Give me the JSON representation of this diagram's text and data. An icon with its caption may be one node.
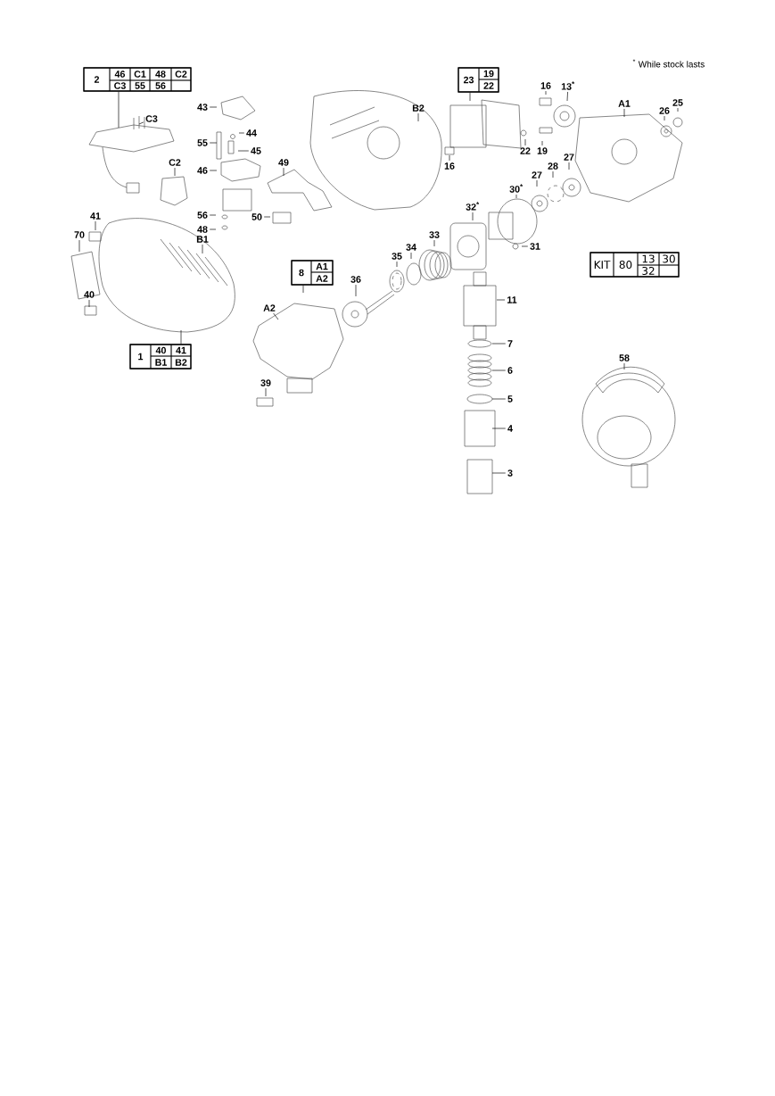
{
  "diagram": {
    "nodes": [
      {
        "text": [
          "2",
          "46",
          "C1",
          "48",
          "C2",
          "C3",
          "55",
          "56"
        ]
      },
      {
        "text": [
          "23",
          "19",
          "22"
        ]
      },
      {
        "text": [
          "16"
        ]
      },
      {
        "text": [
          "13$^{*}$"
        ]
      },
      {
        "text": [
          "A1"
        ]
      },
      {
        "text": [
          "25"
        ]
      },
      {
        "text": [
          "26"
        ]
      },
      {
        "text": [
          "43"
        ]
      },
      {
        "text": [
          "B2"
        ]
      },
      {
        "text": [
          "C3"
        ]
      },
      {
        "text": [
          "55"
        ]
      },
      {
        "text": [
          "44"
        ]
      },
      {
        "text": [
          "45"
        ]
      },
      {
        "text": [
          "22"
        ]
      },
      {
        "text": [
          "19"
        ]
      },
      {
        "text": [
          "16"
        ]
      },
      {
        "text": [
          "27"
        ]
      },
      {
        "text": [
          "C2"
        ]
      },
      {
        "text": [
          "49"
        ]
      },
      {
        "text": [
          "46"
        ]
      },
      {
        "text": [
          "28"
        ]
      },
      {
        "text": [
          "27"
        ]
      },
      {
        "text": [
          "30$^{*}$"
        ]
      },
      {
        "text": [
          "32$^{*}$"
        ]
      },
      {
        "text": [
          "56"
        ]
      },
      {
        "text": [
          "48"
        ]
      },
      {
        "text": [
          "50"
        ]
      },
      {
        "text": [
          "41"
        ]
      },
      {
        "text": [
          "70"
        ]
      },
      {
        "text": [
          "B1"
        ]
      },
      {
        "text": [
          "33"
        ]
      },
      {
        "text": [
          "31"
        ]
      },
      {
        "text": [
          "34"
        ]
      },
      {
        "text": [
          "35"
        ]
      },
      {
        "text": [
          "KIT",
          "80",
          "13",
          "30",
          "32"
        ]
      },
      {
        "text": [
          "8",
          "A1",
          "A2"
        ]
      },
      {
        "text": [
          "36"
        ]
      },
      {
        "text": [
          "40"
        ]
      },
      {
        "text": [
          "A2"
        ]
      },
      {
        "text": [
          "11"
        ]
      },
      {
        "text": [
          "7"
        ]
      },
      {
        "text": [
          "1",
          "40",
          "41",
          "B1",
          "B2"
        ]
      },
      {
        "text": [
          "58"
        ]
      },
      {
        "text": [
          "6"
        ]
      },
      {
        "text": [
          "39"
        ]
      },
      {
        "text": [
          "5"
        ]
      },
      {
        "text": [
          "4"
        ]
      },
      {
        "text": [
          "3"
        ]
      }
    ],
    "edges": [
      {
        "from": 0,
        "to": null,
        "arrow": "none"
      },
      {
        "from": 1,
        "to": null,
        "arrow": "none"
      },
      {
        "from": 2,
        "to": null,
        "arrow": "none"
      },
      {
        "from": 3,
        "to": null,
        "arrow": "none"
      },
      {
        "from": 4,
        "to": null,
        "arrow": "none"
      },
      {
        "from": 5,
        "to": null,
        "arrow": "none"
      },
      {
        "from": 6,
        "to": null,
        "arrow": "none"
      },
      {
        "from": 7,
        "to": null,
        "arrow": "none"
      },
      {
        "from": 8,
        "to": null,
        "arrow": "none"
      },
      {
        "from": 9,
        "to": null,
        "arrow": "none"
      },
      {
        "from": 10,
        "to": null,
        "arrow": "none"
      },
      {
        "from": 11,
        "to": null,
        "arrow": "none"
      },
      {
        "from": 12,
        "to": null,
        "arrow": "none"
      },
      {
        "from": 13,
        "to": null,
        "arrow": "none"
      },
      {
        "from": 14,
        "to": null,
        "arrow": "none"
      },
      {
        "from": 15,
        "to": null,
        "arrow": "none"
      },
      {
        "from": 16,
        "to": null,
        "arrow": "none"
      },
      {
        "from": 17,
        "to": null,
        "arrow": "none"
      },
      {
        "from": 18,
        "to": null,
        "arrow": "none"
      },
      {
        "from": 19,
        "to": null,
        "arrow": "none"
      },
      {
        "from": 20,
        "to": null,
        "arrow": "none"
      },
      {
        "from": 21,
        "to": null,
        "arrow": "none"
      },
      {
        "from": 22,
        "to": null,
        "arrow": "none"
      },
      {
        "from": 23,
        "to": null,
        "arrow": "none"
      },
      {
        "from": 24,
        "to": null,
        "arrow": "none"
      },
      {
        "from": 25,
        "to": null,
        "arrow": "none"
      },
      {
        "from": 26,
        "to": null,
        "arrow": "none"
      },
      {
        "from": 27,
        "to": null,
        "arrow": "none"
      },
      {
        "from": 28,
        "to": null,
        "arrow": "none"
      },
      {
        "from": 29,
        "to": null,
        "arrow": "none"
      },
      {
        "from": 30,
        "to": null,
        "arrow": "none"
      },
      {
        "from": 31,
        "to": null,
        "arrow": "none"
      },
      {
        "from": 32,
        "to": null,
        "arrow": "none"
      },
      {
        "from": 33,
        "to": null,
        "arrow": "none"
      },
      {
        "from": 35,
        "to": null,
        "arrow": "none"
      },
      {
        "from": 36,
        "to": null,
        "arrow": "none"
      },
      {
        "from": 37,
        "to": null,
        "arrow": "none"
      },
      {
        "from": 38,
        "to": null,
        "arrow": "none"
      },
      {
        "from": 39,
        "to": null,
        "arrow": "none"
      },
      {
        "from": 40,
        "to": null,
        "arrow": "none"
      },
      {
        "from": 41,
        "to": null,
        "arrow": "none"
      },
      {
        "from": 42,
        "to": null,
        "arrow": "none"
      },
      {
        "from": 43,
        "to": null,
        "arrow": "none"
      },
      {
        "from": 44,
        "to": null,
        "arrow": "none"
      },
      {
        "from": 45,
        "to": null,
        "arrow": "none"
      },
      {
        "from": 46,
        "to": null,
        "arrow": "none"
      },
      {
        "from": 47,
        "to": null,
        "arrow": "none"
      }
    ],
    "labels": [
      "$^{*}$ While stock lasts"
    ]
  }
}
